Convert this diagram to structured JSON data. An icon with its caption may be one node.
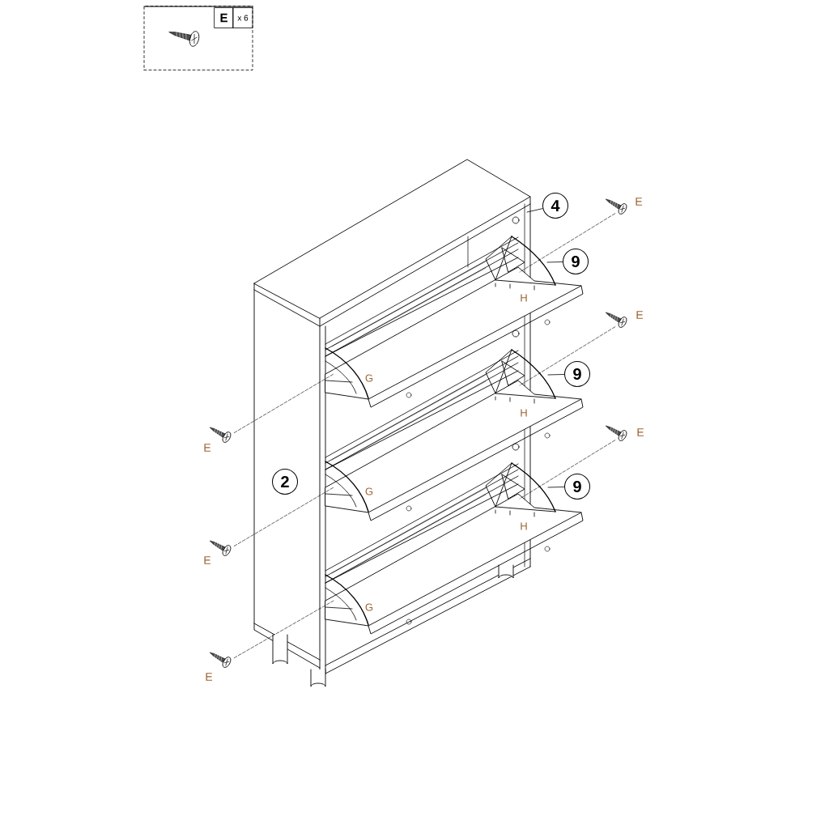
{
  "diagram": {
    "nodes": [
      {
        "text": [
          "E",
          "x 6"
        ]
      },
      {
        "text": [
          "4"
        ]
      },
      {
        "text": [
          "9"
        ]
      },
      {
        "text": [
          "9"
        ]
      },
      {
        "text": [
          "9"
        ]
      },
      {
        "text": [
          "2"
        ]
      },
      {
        "text": [],
        "shape": "picture",
        "beside": [
          "E"
        ]
      },
      {
        "text": [],
        "shape": "picture",
        "beside": [
          "E"
        ]
      },
      {
        "text": [],
        "shape": "picture",
        "beside": [
          "E"
        ]
      },
      {
        "text": [],
        "shape": "picture",
        "beside": [
          "E"
        ]
      },
      {
        "text": [],
        "shape": "picture",
        "beside": [
          "E"
        ]
      },
      {
        "text": [],
        "shape": "picture",
        "beside": [
          "E"
        ]
      }
    ],
    "edges": [
      {
        "from": 1,
        "to": null,
        "arrow": "none"
      },
      {
        "from": 2,
        "to": null,
        "arrow": "none"
      },
      {
        "from": 3,
        "to": null,
        "arrow": "none"
      },
      {
        "from": 4,
        "to": null,
        "arrow": "none"
      },
      {
        "from": 6,
        "to": null,
        "arrow": "none",
        "style": "dashed"
      },
      {
        "from": 7,
        "to": null,
        "arrow": "none",
        "style": "dashed"
      },
      {
        "from": 8,
        "to": null,
        "arrow": "none",
        "style": "dashed"
      },
      {
        "from": 9,
        "to": null,
        "arrow": "none",
        "style": "dashed"
      },
      {
        "from": 10,
        "to": null,
        "arrow": "none",
        "style": "dashed"
      },
      {
        "from": 11,
        "to": null,
        "arrow": "none",
        "style": "dashed"
      }
    ],
    "labels": [
      "H",
      "G",
      "H",
      "G",
      "H",
      "G"
    ]
  }
}
